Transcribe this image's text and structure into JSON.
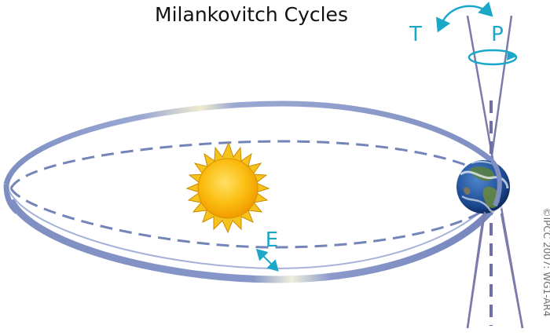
{
  "title": "Milankovitch Cycles",
  "labels": {
    "eccentricity": "E",
    "obliquity": "T",
    "precession": "P"
  },
  "credit": "©IPCC 2007: WG1-AR4",
  "colors": {
    "orbit_ring": "#8595c6",
    "orbit_dash": "#7384b8",
    "axis_lines": "#7a7bab",
    "label_cyan": "#1aa7c8",
    "sun_fill": "#f7b500",
    "sun_rays": "#f6c21d",
    "earth_ocean": "#1f4f96"
  }
}
